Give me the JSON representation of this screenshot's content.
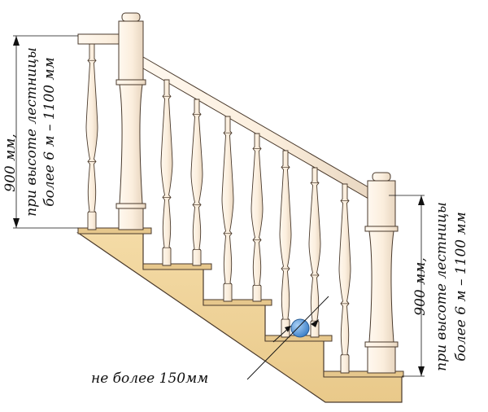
{
  "colors": {
    "wood_light": "#fdf2e6",
    "wood_outline": "#4a3a2c",
    "stair_face": "#f0d39a",
    "stair_tread": "#e7c98d",
    "ball": "#4a90d9",
    "line": "#111111"
  },
  "left_dimension": {
    "line1": "900 мм,",
    "line2": "при высоте лестницы",
    "line3": "более 6 м – 1100 мм"
  },
  "right_dimension": {
    "line1": "900 мм,",
    "line2": "при высоте лестницы",
    "line3": "более 6 м – 1100 мм"
  },
  "gap_note": "не более 150мм"
}
